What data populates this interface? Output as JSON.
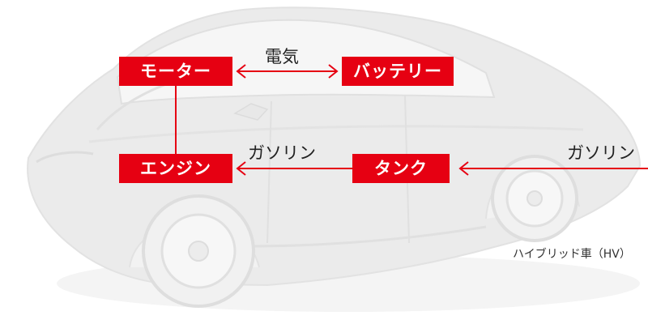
{
  "colors": {
    "accent": "#e60012",
    "box_text": "#ffffff",
    "label_text": "#222222",
    "car_body": "#eeeeee"
  },
  "boxes": {
    "motor": "モーター",
    "battery": "バッテリー",
    "engine": "エンジン",
    "tank": "タンク"
  },
  "labels": {
    "electricity": "電気",
    "gasoline_mid": "ガソリン",
    "gasoline_right": "ガソリン"
  },
  "caption": "ハイブリッド車（HV）",
  "icons": {
    "car": "car-silhouette-icon"
  }
}
